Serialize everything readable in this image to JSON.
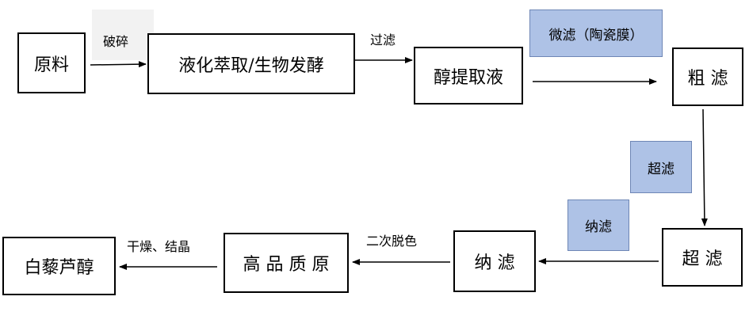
{
  "colors": {
    "note_fill": "#aec2e6",
    "note_border": "#6e86b5",
    "label_patch": "#f2f2f2",
    "line": "#000000"
  },
  "nodes": {
    "raw_material": "原料",
    "liquefaction_extraction": "液化萃取/生物发酵",
    "alcohol_extract": "醇提取液",
    "coarse_filtration": "粗 滤",
    "ultrafiltration": "超 滤",
    "nanofiltration": "纳 滤",
    "high_quality_raw": "高 品 质 原",
    "resveratrol": "白藜芦醇"
  },
  "edge_labels": {
    "crushing": "破碎",
    "filtering": "过滤",
    "secondary_decolorization": "二次脱色",
    "drying_crystallization": "干燥、结晶"
  },
  "notes": {
    "microfiltration": "微滤（陶瓷膜）",
    "ultrafiltration": "超滤",
    "nanofiltration": "纳滤"
  }
}
